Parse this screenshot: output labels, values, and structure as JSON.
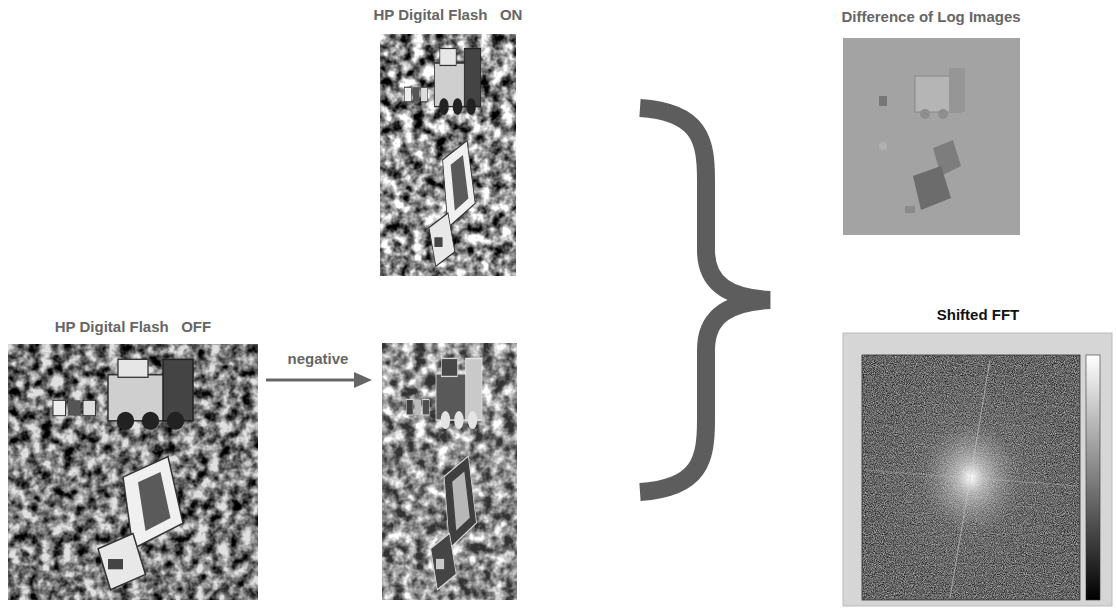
{
  "diagram": {
    "nodes": [
      {
        "text": [
          "HP Digital Flash   ON"
        ]
      },
      {
        "text": [
          "Difference of Log Images"
        ]
      },
      {
        "text": [
          "HP Digital Flash   OFF"
        ]
      },
      {
        "text": [
          "Shifted FFT"
        ]
      }
    ],
    "labels": [
      "negative"
    ]
  }
}
